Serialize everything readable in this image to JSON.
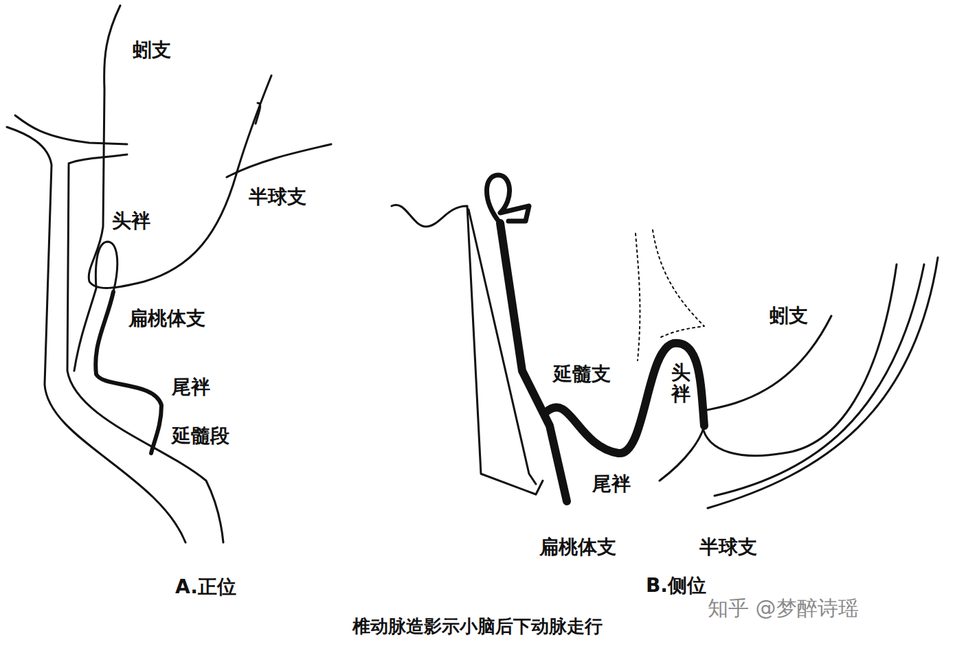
{
  "diagram": {
    "caption": "椎动脉造影示小脑后下动脉走行",
    "labels": [
      "蚓支",
      "半球支",
      "头袢",
      "扁桃体支",
      "尾袢",
      "延髓段",
      "A.正位",
      "延髓支",
      "头袢",
      "蚓支",
      "尾袢",
      "扁桃体支",
      "半球支",
      "B.侧位",
      "知乎 @梦醉诗瑶"
    ]
  }
}
